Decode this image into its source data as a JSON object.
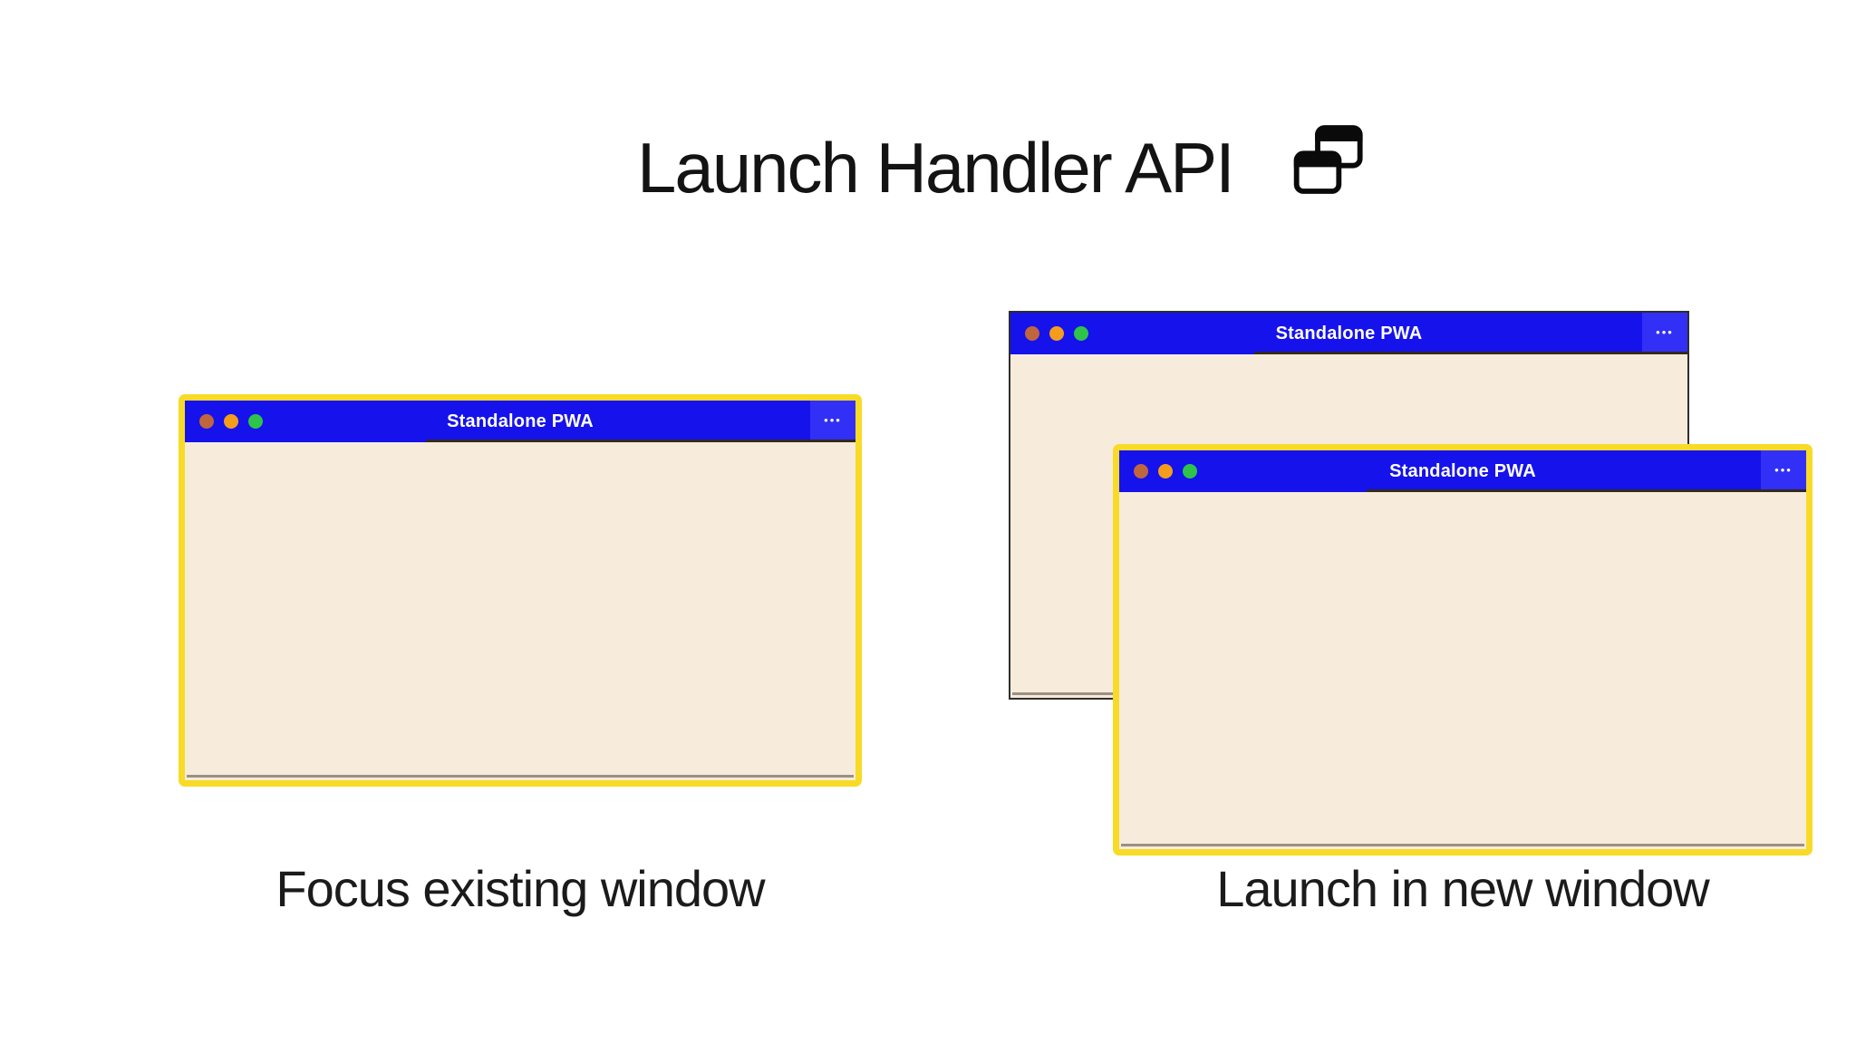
{
  "page": {
    "background": "#ffffff"
  },
  "header": {
    "title": "Launch Handler API",
    "icon": "overlapping-windows-icon"
  },
  "colors": {
    "titlebar_blue": "#1512EC",
    "titlebar_menu_blue": "#3230F6",
    "titlebar_shadow_line": "#332A1D",
    "window_body_cream": "#F7ECDB",
    "focus_border_yellow": "#F7DB27",
    "plain_border_gray": "#2E2E2E",
    "traffic_light_close": "#C0663E",
    "traffic_light_minimize": "#F49D1C",
    "traffic_light_zoom": "#2EC44A",
    "titlebar_text": "#FFFFFF",
    "heading_text": "#131313",
    "body_bottom_line": "#9A9183"
  },
  "windows": [
    {
      "id": "focused-existing",
      "title": "Standalone PWA",
      "style": "yellow-focus-ring",
      "traffic_lights": [
        "close",
        "minimize",
        "zoom"
      ],
      "menu_icon": "ellipsis-menu-icon",
      "menu_glyph": "•••"
    },
    {
      "id": "background-original",
      "title": "Standalone PWA",
      "style": "plain-gray-border",
      "traffic_lights": [
        "close",
        "minimize",
        "zoom"
      ],
      "menu_icon": "ellipsis-menu-icon",
      "menu_glyph": "•••"
    },
    {
      "id": "new-window",
      "title": "Standalone PWA",
      "style": "yellow-focus-ring",
      "traffic_lights": [
        "close",
        "minimize",
        "zoom"
      ],
      "menu_icon": "ellipsis-menu-icon",
      "menu_glyph": "•••"
    }
  ],
  "captions": {
    "left": "Focus existing window",
    "right": "Launch in new window"
  }
}
